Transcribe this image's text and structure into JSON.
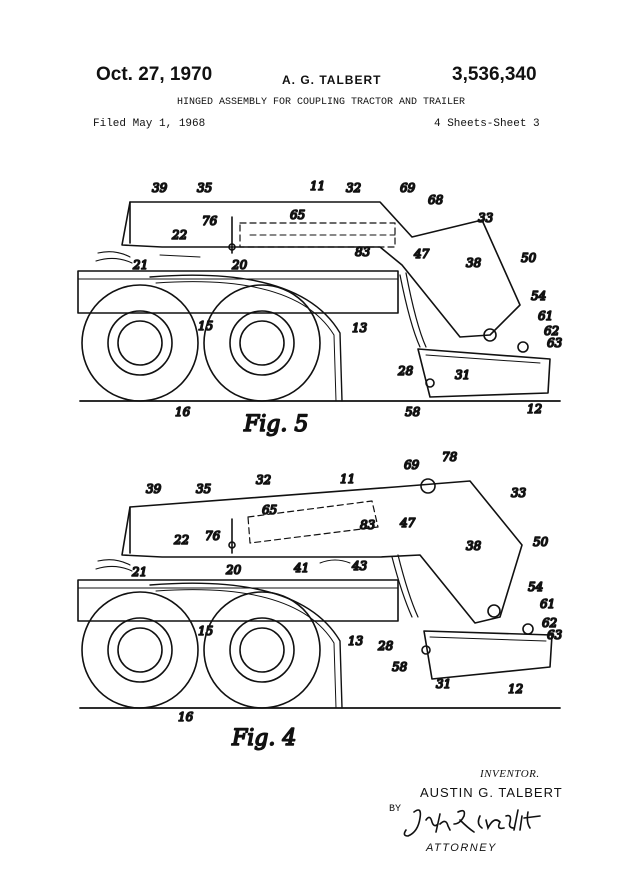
{
  "header": {
    "date": "Oct. 27, 1970",
    "inventor": "A. G. TALBERT",
    "patent_number": "3,536,340",
    "title": "HINGED ASSEMBLY FOR COUPLING TRACTOR AND TRAILER",
    "filed": "Filed May 1, 1968",
    "sheet": "4 Sheets-Sheet 3"
  },
  "figures": [
    {
      "caption": "Fig. 5",
      "refs": {
        "r39": "39",
        "r35": "35",
        "r11": "11",
        "r32": "32",
        "r69": "69",
        "r68": "68",
        "r33": "33",
        "r76": "76",
        "r65": "65",
        "r22": "22",
        "r21": "21",
        "r20": "20",
        "r83": "83",
        "r47": "47",
        "r38": "38",
        "r50": "50",
        "r54": "54",
        "r61": "61",
        "r62": "62",
        "r63": "63",
        "r15": "15",
        "r13": "13",
        "r28": "28",
        "r31": "31",
        "r16": "16",
        "r58": "58",
        "r12": "12"
      }
    },
    {
      "caption": "Fig. 4",
      "refs": {
        "r78": "78",
        "r69": "69",
        "r11": "11",
        "r39": "39",
        "r35": "35",
        "r32": "32",
        "r33": "33",
        "r65": "65",
        "r83": "83",
        "r47": "47",
        "r76": "76",
        "r38": "38",
        "r50": "50",
        "r22": "22",
        "r21": "21",
        "r20": "20",
        "r41": "41",
        "r43": "43",
        "r54": "54",
        "r61": "61",
        "r62": "62",
        "r63": "63",
        "r15": "15",
        "r13": "13",
        "r28": "28",
        "r58": "58",
        "r31": "31",
        "r12": "12",
        "r16": "16"
      }
    }
  ],
  "signature": {
    "inventor_label": "INVENTOR.",
    "inventor_name": "AUSTIN G. TALBERT",
    "by": "BY",
    "attorney_signature": "John R. Nesbitt",
    "attorney_label": "ATTORNEY"
  }
}
